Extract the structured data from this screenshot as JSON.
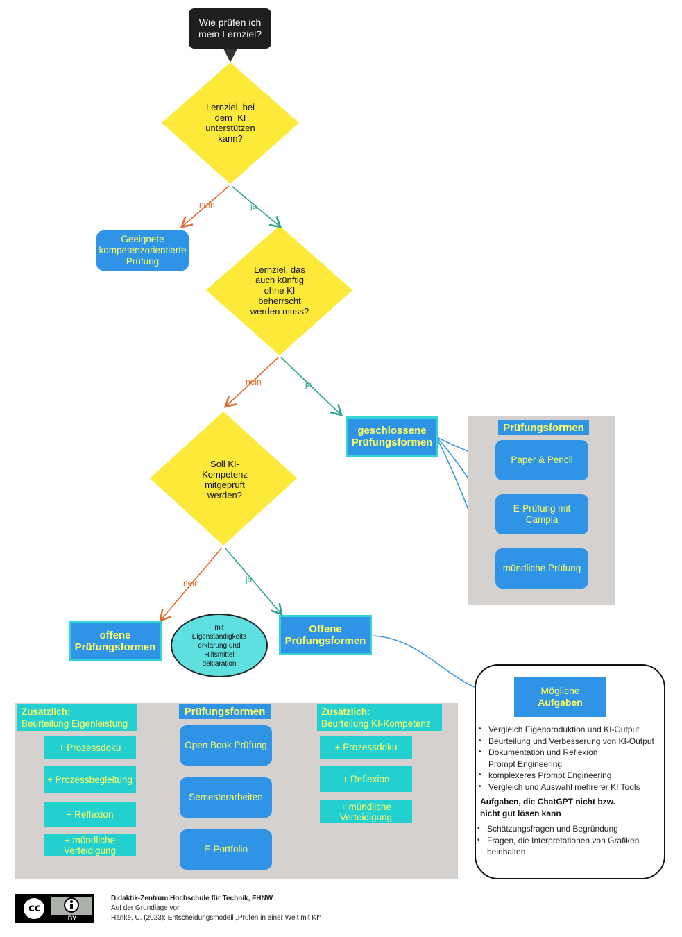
{
  "start": {
    "line1": "Wie prüfen ich",
    "line2": "mein Lernziel?"
  },
  "q1": {
    "l1": "Lernziel, bei",
    "l2": "dem  KI",
    "l3": "unterstützen",
    "l4": "kann?"
  },
  "q2": {
    "l1": "Lernziel, das",
    "l2": "auch künftig",
    "l3": "ohne KI",
    "l4": "beherrscht",
    "l5": "werden muss?"
  },
  "q3": {
    "l1": "Soll KI-",
    "l2": "Kompetenz",
    "l3": "mitgeprüft",
    "l4": "werden?"
  },
  "labels": {
    "nein": "nein",
    "ja": "ja"
  },
  "geeignet": {
    "l1": "Geeignete",
    "l2": "kompetenzorientierte",
    "l3": "Prüfung"
  },
  "geschlossen": {
    "l1": "geschlossene",
    "l2": "Prüfungsformen"
  },
  "right_panel": {
    "title": "Prüfungsformen",
    "items": [
      {
        "l1": "Paper & Pencil",
        "l2": ""
      },
      {
        "l1": "E-Prüfung mit",
        "l2": "Campla"
      },
      {
        "l1": "mündliche Prüfung",
        "l2": ""
      }
    ]
  },
  "offene_left": {
    "l1": "offene",
    "l2": "Prüfungsformen"
  },
  "offene_right": {
    "l1": "Offene",
    "l2": "Prüfungsformen"
  },
  "ellipse": {
    "l1": "mit",
    "l2": "Eigenständigkeits",
    "l3": "erklärung und",
    "l4": "Hilfsmittel",
    "l5": "deklaration"
  },
  "bottom_panel": {
    "left_head": {
      "bold": "Zusätzlich:",
      "text": "Beurteilung Eigenleistung"
    },
    "left_items": [
      {
        "l1": "+ Prozessdoku",
        "l2": ""
      },
      {
        "l1": "+ Prozessbegleitung",
        "l2": ""
      },
      {
        "l1": "+ Reflexion",
        "l2": ""
      },
      {
        "l1": "+ mündliche",
        "l2": "Verteidigung"
      }
    ],
    "center_title": "Prüfungsformen",
    "center_items": [
      "Open Book Prüfung",
      "Semesterarbeiten",
      "E-Portfolio"
    ],
    "right_head": {
      "bold": "Zusätzlich:",
      "text": "Beurteilung KI-Kompetenz"
    },
    "right_items": [
      {
        "l1": "+ Prozessdoku",
        "l2": ""
      },
      {
        "l1": "+ Reflexion",
        "l2": ""
      },
      {
        "l1": "+ mündliche",
        "l2": "Verteidigung"
      }
    ]
  },
  "tasks": {
    "title_l1": "Mögliche",
    "title_l2": "Aufgaben",
    "items": [
      "Vergleich Eigenproduktion und KI-Output",
      "Beurteilung und Verbesserung von KI-Output",
      "Dokumentation und Reflexion",
      "komplexeres Prompt Engineering",
      "Vergleich und Auswahl mehrerer KI Tools"
    ],
    "item3_l2": "Prompt Engineering",
    "sub_l1": "Aufgaben, die ChatGPT nicht bzw.",
    "sub_l2": "nicht gut lösen kann",
    "items2": [
      "Schätzungsfragen und Begründung",
      "Fragen, die Interpretationen von Grafiken"
    ],
    "item2b_l2": "beinhalten"
  },
  "footer": {
    "l1": "Didaktik-Zentrum Hochschule für Technik, FHNW",
    "l2": "Auf der Grundlage von",
    "l3": "Hanke, U. (2023): Entscheidungsmodell „Prüfen in einer Welt mit KI“",
    "badge_cc": "cc",
    "badge_by": "BY"
  },
  "colors": {
    "diamond": "#fde93a",
    "blue": "#2f94e6",
    "teal": "#23cfcf",
    "yellow_text": "#ffff66",
    "gray_panel": "#d4d1ce",
    "nein": "#e06a2e",
    "ja": "#2aa38c"
  }
}
